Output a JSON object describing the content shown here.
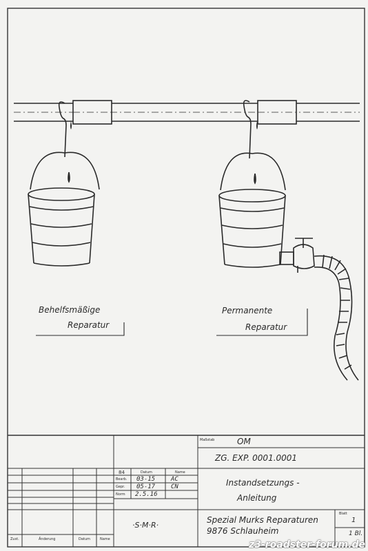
{
  "labels": {
    "left_line1": "Behelfsmäßige",
    "left_line2": "Reparatur",
    "right_line1": "Permanente",
    "right_line2": "Reparatur"
  },
  "title_block": {
    "massstab_label": "Maßstab",
    "massstab_value": "OM",
    "drawing_number": "ZG. EXP. 0001.0001",
    "title_line1": "Instandsetzungs -",
    "title_line2": "Anleitung",
    "company_line1": "Spezial Murks Reparaturen",
    "company_line2": "9876 Schlauheim",
    "abbreviation": "·S·M·R·",
    "blatt_label": "Blatt",
    "blatt_value": "1",
    "blatt_total": "1 Bl.",
    "header_year": "84",
    "header_datum": "Datum",
    "header_name": "Name",
    "bearb_label": "Bearb.",
    "bearb_date": "03-15",
    "bearb_name": "AC",
    "gepr_label": "Gepr.",
    "gepr_date": "05-17",
    "gepr_name": "CN",
    "norm_label": "Norm",
    "norm_value": "2.5.16",
    "rev_zust": "Zust.",
    "rev_aenderung": "Änderung",
    "rev_datum": "Datum",
    "rev_name": "Name"
  },
  "watermark": "z3-roadster-forum.de",
  "colors": {
    "ink": "#2a2a2a",
    "paper": "#f3f3f1"
  }
}
